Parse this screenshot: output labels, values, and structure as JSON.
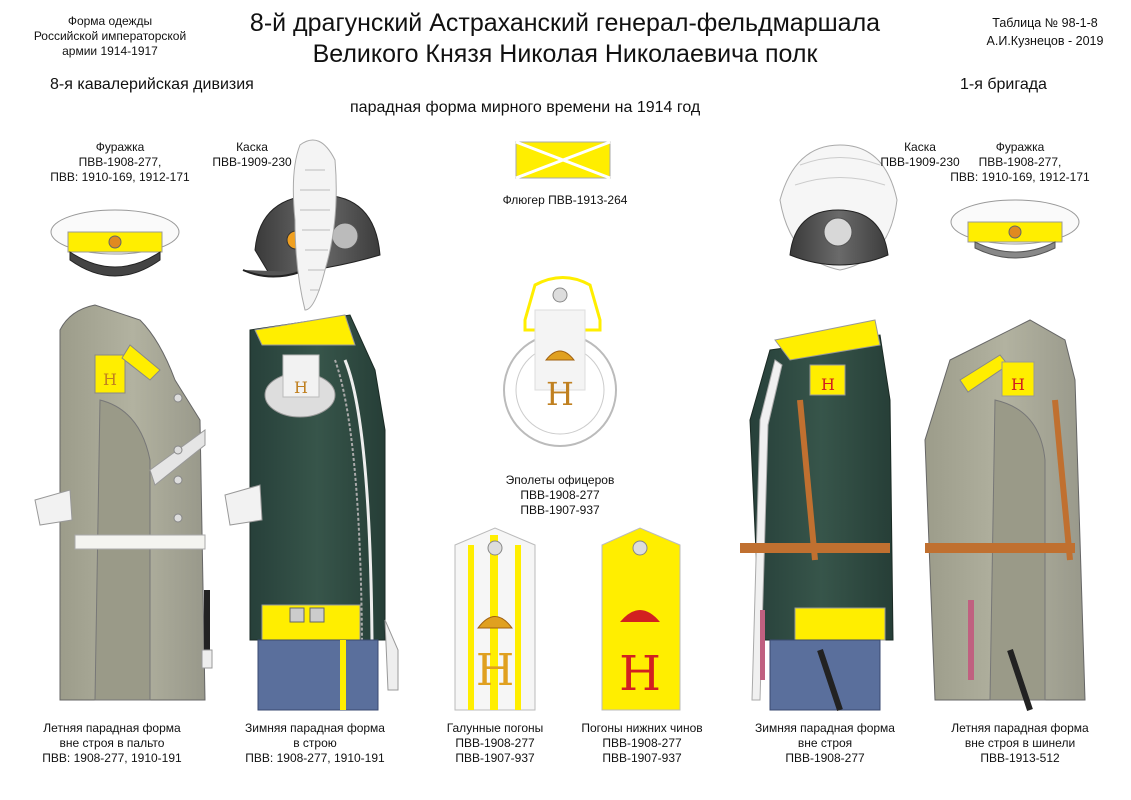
{
  "header": {
    "left_lines": [
      "Форма одежды",
      "Российской императорской",
      "армии 1914-1917"
    ],
    "title_lines": [
      "8-й драгунский Астраханский генерал-фельдмаршала",
      "Великого Князя Николая Николаевича полк"
    ],
    "right_lines": [
      "Таблица № 98-1-8",
      "А.И.Кузнецов - 2019"
    ],
    "division": "8-я кавалерийская дивизия",
    "brigade": "1-я бригада",
    "subtitle": "парадная форма мирного времени на 1914 год"
  },
  "labels": {
    "cap_left": [
      "Фуражка",
      "ПВВ-1908-277,",
      "ПВВ: 1910-169, 1912-171"
    ],
    "helmet_left": [
      "Каска",
      "ПВВ-1909-230"
    ],
    "helmet_right": [
      "Каска",
      "ПВВ-1909-230"
    ],
    "cap_right": [
      "Фуражка",
      "ПВВ-1908-277,",
      "ПВВ: 1910-169, 1912-171"
    ],
    "pennant": "Флюгер ПВВ-1913-264",
    "epaulette": [
      "Эполеты офицеров",
      "ПВВ-1908-277",
      "ПВВ-1907-937"
    ]
  },
  "captions": [
    [
      "Летняя парадная форма",
      "вне строя в пальто",
      "ПВВ: 1908-277, 1910-191"
    ],
    [
      "Зимняя парадная форма",
      "в строю",
      "ПВВ: 1908-277, 1910-191"
    ],
    [
      "Галунные погоны",
      "ПВВ-1908-277",
      "ПВВ-1907-937"
    ],
    [
      "Погоны нижних чинов",
      "ПВВ-1908-277",
      "ПВВ-1907-937"
    ],
    [
      "Зимняя парадная форма",
      "вне строя",
      "ПВВ-1908-277"
    ],
    [
      "Летняя парадная форма",
      "вне строя в шинели",
      "ПВВ-1913-512"
    ]
  ],
  "colors": {
    "facing_yellow": "#ffee00",
    "tunic_green": "#2e4a3c",
    "coat_grey": "#a7a795",
    "trousers_blue": "#5a6f9c",
    "cipher_red": "#d22020",
    "gold": "#e0a020"
  }
}
